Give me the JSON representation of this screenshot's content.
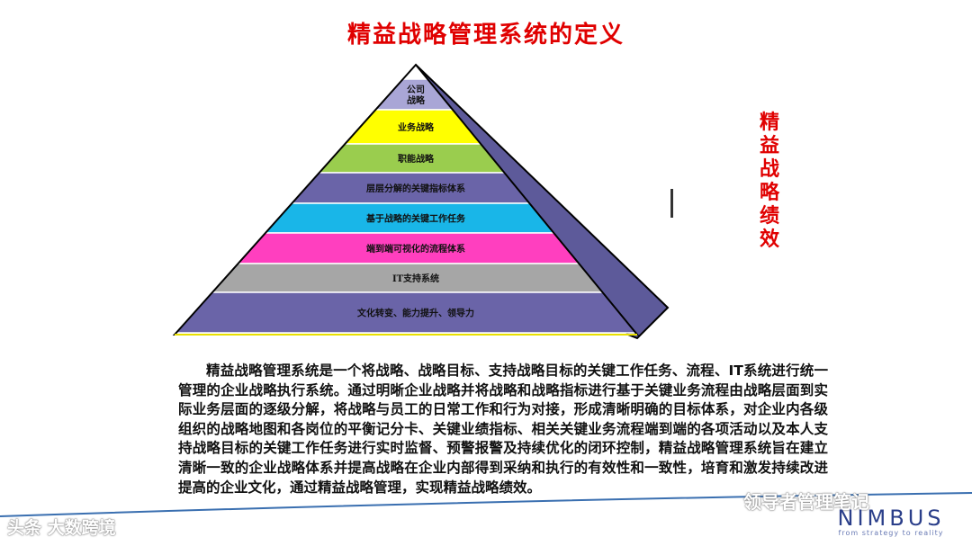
{
  "slide": {
    "title": "精益战略管理系统的定义",
    "side_label_chars": [
      "精",
      "益",
      "战",
      "略",
      "绩",
      "效"
    ],
    "description": "精益战略管理系统是一个将战略、战略目标、支持战略目标的关键工作任务、流程、IT系统进行统一管理的企业战略执行系统。通过明晰企业战略并将战略和战略指标进行基于关键业务流程由战略层面到实际业务层面的逐级分解，将战略与员工的日常工作和行为对接，形成清晰明确的目标体系，对企业内各级组织的战略地图和各岗位的平衡记分卡、关键业绩指标、相关关键业务流程端到端的各项活动以及本人支持战略目标的关键工作任务进行实时监督、预警报警及持续优化的闭环控制，精益战略管理系统旨在建立清晰一致的企业战略体系并提高战略在企业内部得到采纳和执行的有效性和一致性，培育和激发持续改进提高的企业文化，通过精益战略管理，实现精益战略绩效。"
  },
  "pyramid": {
    "tiers": [
      {
        "label_lines": [
          "公司",
          "战略"
        ],
        "color": "#a9a6d6"
      },
      {
        "label_lines": [
          "业务战略"
        ],
        "color": "#ffff00"
      },
      {
        "label_lines": [
          "职能战略"
        ],
        "color": "#9acd4e"
      },
      {
        "label_lines": [
          "层层分解的关键指标体系"
        ],
        "color": "#6a64a8"
      },
      {
        "label_lines": [
          "基于战略的关键工作任务"
        ],
        "color": "#19b6e8"
      },
      {
        "label_lines": [
          "端到端可视化的流程体系"
        ],
        "color": "#ff3fbf"
      },
      {
        "label_lines": [
          "IT支持系统"
        ],
        "color": "#a6a6a6"
      },
      {
        "label_lines": [
          "文化转变、能力提升、领导力"
        ],
        "color": "#6a64a8"
      }
    ],
    "side_face_color": "#5d5a9a",
    "outline_color": "#000000",
    "base_edge_color": "#e8e000"
  },
  "watermarks": {
    "left": "头条 大数跨境",
    "right": "领导者管理笔记",
    "brand": "NIMBUS",
    "brand_tagline": "from strategy to reality"
  },
  "colors": {
    "title": "#e00000",
    "side_label": "#e00000",
    "brand": "#2b3f8a",
    "bottom_line": "#3a6fb0"
  }
}
